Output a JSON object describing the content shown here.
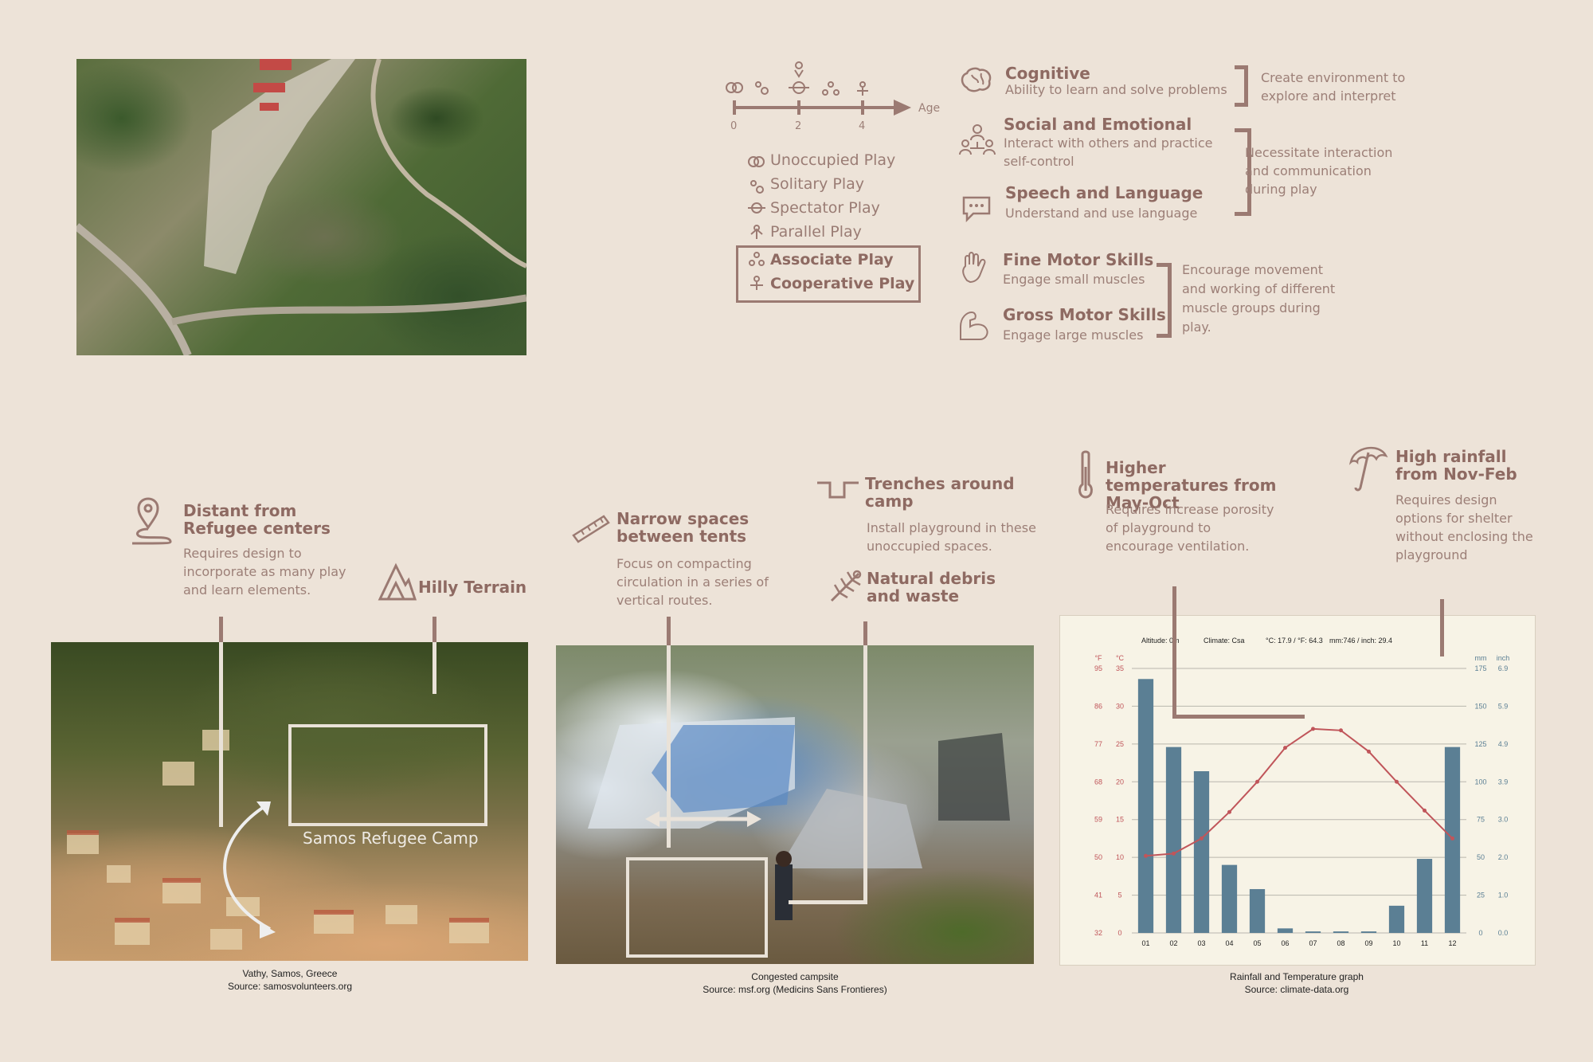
{
  "play_stages": {
    "timeline": {
      "ticks": [
        "0",
        "2",
        "4"
      ],
      "axis_label": "Age"
    },
    "items": [
      "Unoccupied Play",
      "Solitary Play",
      "Spectator Play",
      "Parallel Play",
      "Associate Play",
      "Cooperative Play"
    ]
  },
  "development": [
    {
      "title": "Cognitive",
      "desc": "Ability to learn and solve problems"
    },
    {
      "title": "Social and Emotional",
      "desc": "Interact with others and practice self-control"
    },
    {
      "title": "Speech and Language",
      "desc": "Understand and use language"
    },
    {
      "title": "Fine Motor Skills",
      "desc": "Engage small muscles"
    },
    {
      "title": "Gross Motor Skills",
      "desc": "Engage large muscles"
    }
  ],
  "design_notes": {
    "cognitive": "Create environment to explore and interpret",
    "social": "Necessitate interaction and communication during play",
    "motor": "Encourage movement and working of different muscle groups during play."
  },
  "site": {
    "distant": {
      "title": "Distant from Refugee centers",
      "desc": "Requires design to incorporate as many play and learn elements."
    },
    "hilly": {
      "title": "Hilly Terrain"
    },
    "narrow": {
      "title": "Narrow spaces between tents",
      "desc": "Focus on compacting circulation in a series of vertical routes."
    },
    "trenches": {
      "title": "Trenches around camp",
      "desc": "Install playground in these unoccupied spaces."
    },
    "debris": {
      "title": "Natural debris and waste"
    },
    "temperature": {
      "title": "Higher temperatures from May-Oct",
      "desc": "Requires increase porosity of playground to encourage ventilation."
    },
    "rainfall": {
      "title": "High rainfall from Nov-Feb",
      "desc": "Requires design options for shelter without enclosing the playground"
    }
  },
  "photos": {
    "vathy": {
      "label": "Samos Refugee Camp",
      "caption1": "Vathy, Samos, Greece",
      "caption2": "Source: samosvolunteers.org"
    },
    "camp": {
      "caption1": "Congested campsite",
      "caption2": "Source: msf.org (Medicins Sans Frontieres)"
    },
    "graph": {
      "caption1": "Rainfall and Temperature graph",
      "caption2": "Source: climate-data.org"
    }
  },
  "colors": {
    "accent": "#9b7a72",
    "background": "#ede3d8",
    "bar": "#5b7f94",
    "line": "#c0555a"
  },
  "chart_data": {
    "type": "bar",
    "header": {
      "altitude": "Altitude: 0m",
      "climate": "Climate: Csa",
      "temp": "°C: 17.9 / °F: 64.3",
      "rain": "mm:746 / inch: 29.4"
    },
    "categories": [
      "01",
      "02",
      "03",
      "04",
      "05",
      "06",
      "07",
      "08",
      "09",
      "10",
      "11",
      "12"
    ],
    "series": [
      {
        "type": "bar",
        "values": [
          168,
          123,
          107,
          45,
          29,
          3,
          1,
          1,
          1,
          18,
          49,
          123
        ]
      },
      {
        "type": "line",
        "values": [
          10.2,
          10.5,
          12.5,
          16,
          20,
          24.5,
          27,
          26.8,
          24,
          20,
          16.2,
          12.5
        ]
      }
    ],
    "left_axes": {
      "f": [
        "95",
        "86",
        "77",
        "68",
        "59",
        "50",
        "41",
        "32"
      ],
      "c": [
        "35",
        "30",
        "25",
        "20",
        "15",
        "10",
        "5",
        "0"
      ],
      "f_unit": "°F",
      "c_unit": "°C"
    },
    "right_axes": {
      "mm": [
        "175",
        "150",
        "125",
        "100",
        "75",
        "50",
        "25",
        "0"
      ],
      "inch": [
        "6.9",
        "5.9",
        "4.9",
        "3.9",
        "3.0",
        "2.0",
        "1.0",
        "0.0"
      ],
      "mm_unit": "mm",
      "inch_unit": "inch"
    },
    "ylim_mm": [
      0,
      175
    ],
    "ylim_c": [
      0,
      35
    ]
  }
}
